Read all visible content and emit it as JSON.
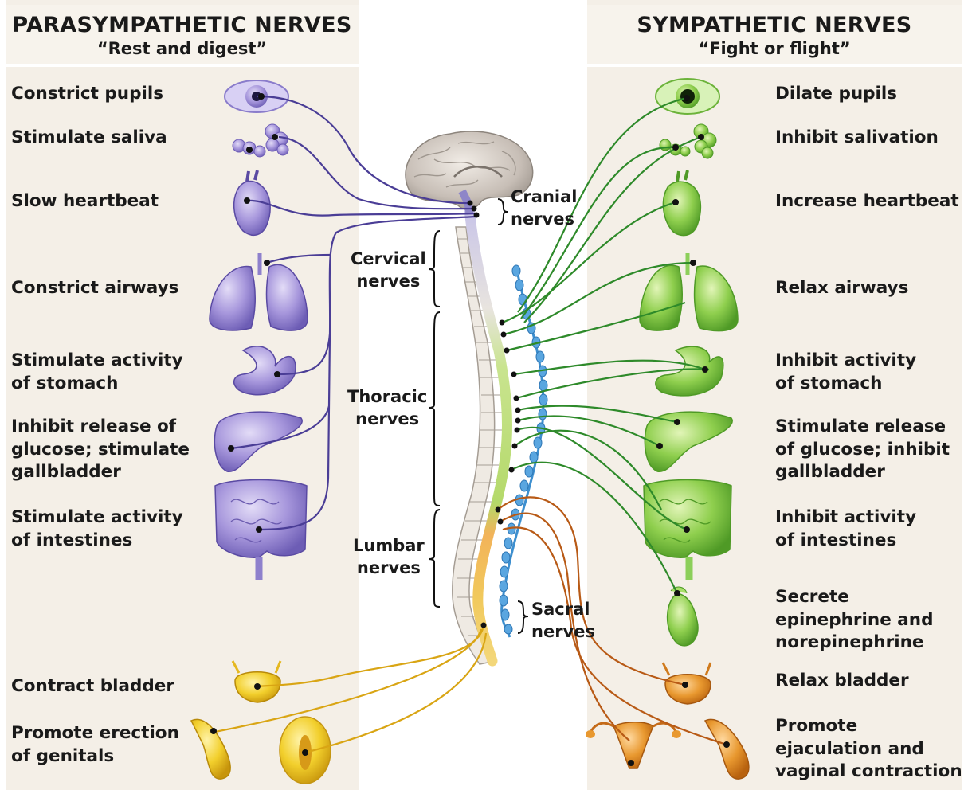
{
  "parasympathetic": {
    "title": "PARASYMPATHETIC NERVES",
    "subtitle": "“Rest and digest”",
    "items": [
      "Constrict pupils",
      "Stimulate saliva",
      "Slow heartbeat",
      "Constrict airways",
      "Stimulate activity\nof stomach",
      "Inhibit release of\nglucose; stimulate\ngallbladder",
      "Stimulate activity\nof intestines",
      "Contract bladder",
      "Promote erection\nof genitals"
    ]
  },
  "sympathetic": {
    "title": "SYMPATHETIC NERVES",
    "subtitle": "“Fight or flight”",
    "items": [
      "Dilate pupils",
      "Inhibit salivation",
      "Increase heartbeat",
      "Relax airways",
      "Inhibit activity\nof stomach",
      "Stimulate release\nof glucose; inhibit\ngallbladder",
      "Inhibit activity\nof intestines",
      "Secrete\nepinephrine and\nnorepinephrine",
      "Relax bladder",
      "Promote\nejaculation and\nvaginal contraction"
    ]
  },
  "spine": {
    "cranial": "Cranial\nnerves",
    "cervical": "Cervical\nnerves",
    "thoracic": "Thoracic\nnerves",
    "lumbar": "Lumbar\nnerves",
    "sacral": "Sacral\nnerves"
  },
  "colors": {
    "parasympathetic": "#4a3d96",
    "sympathetic": "#2e8a2a",
    "sacral_para": "#d9a514",
    "lumbar_symp": "#b85a16",
    "chain": "#3d8fcf"
  }
}
